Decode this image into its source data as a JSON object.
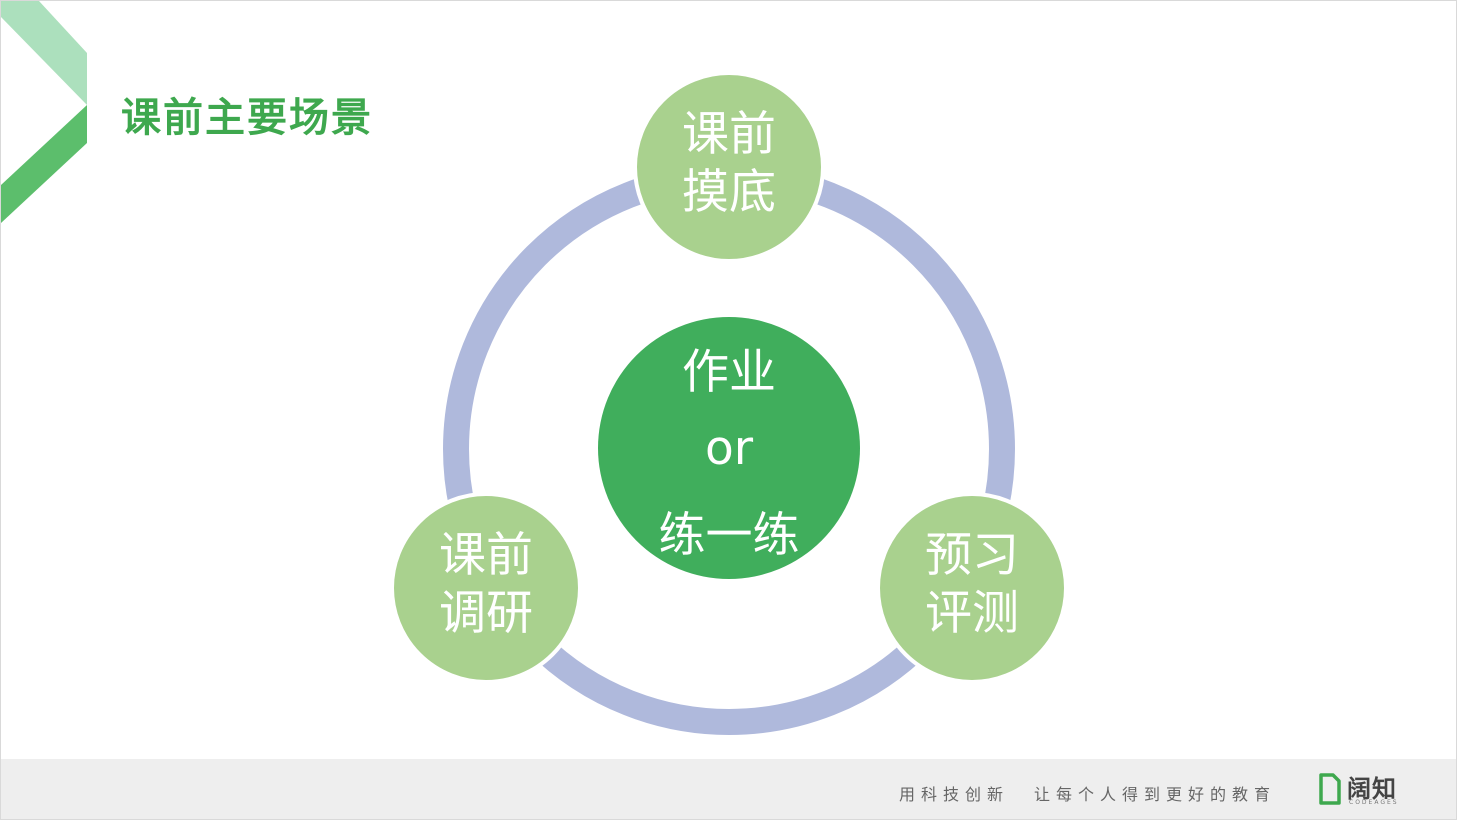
{
  "title": "课前主要场景",
  "center": {
    "line1": "作业",
    "line2": "or",
    "line3": "练一练"
  },
  "nodes": [
    {
      "id": "top",
      "label": "课前\n摸底"
    },
    {
      "id": "left",
      "label": "课前\n调研"
    },
    {
      "id": "right",
      "label": "预习\n评测"
    }
  ],
  "colors": {
    "title": "#3ea84e",
    "center_circle": "#40ae5c",
    "node_circle": "#a9d18e",
    "ring": "#afb9dc",
    "corner_light": "#ace0bd",
    "corner_dark": "#5cbe6c"
  },
  "footer": {
    "slogan_part1": "用科技创新",
    "slogan_part2": "让每个人得到更好的教育",
    "logo_name": "阔知",
    "logo_sub": "CODEAGES"
  }
}
